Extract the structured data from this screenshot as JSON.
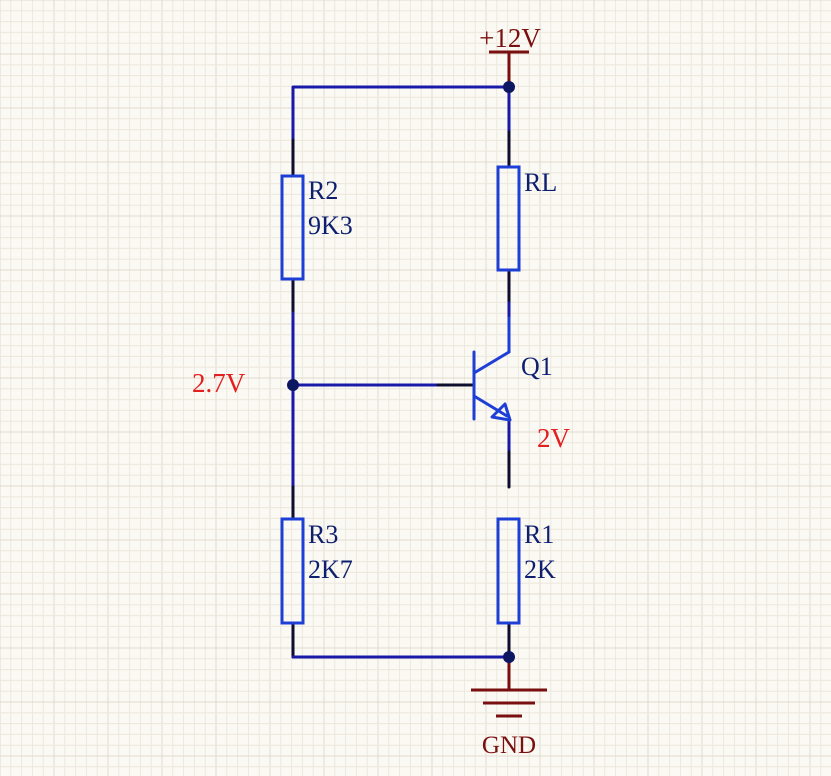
{
  "colors": {
    "background": "#fbf9f3",
    "grid_minor": "#ece8de",
    "grid_major": "#e0dbcf",
    "wire": "#1a1aa8",
    "lead": "#0e0e2e",
    "component": "#1e3fd6",
    "label": "#0d1f6e",
    "junction": "#0d1660",
    "power": "#7a0f0f",
    "annotation": "#e32020"
  },
  "power": {
    "supply_label": "+12V",
    "ground_label": "GND"
  },
  "components": {
    "r2": {
      "designator": "R2",
      "value": "9K3"
    },
    "rl": {
      "designator": "RL"
    },
    "r3": {
      "designator": "R3",
      "value": "2K7"
    },
    "r1": {
      "designator": "R1",
      "value": "2K"
    },
    "q1": {
      "designator": "Q1"
    }
  },
  "annotations": {
    "base_voltage": "2.7V",
    "emitter_voltage": "2V"
  }
}
